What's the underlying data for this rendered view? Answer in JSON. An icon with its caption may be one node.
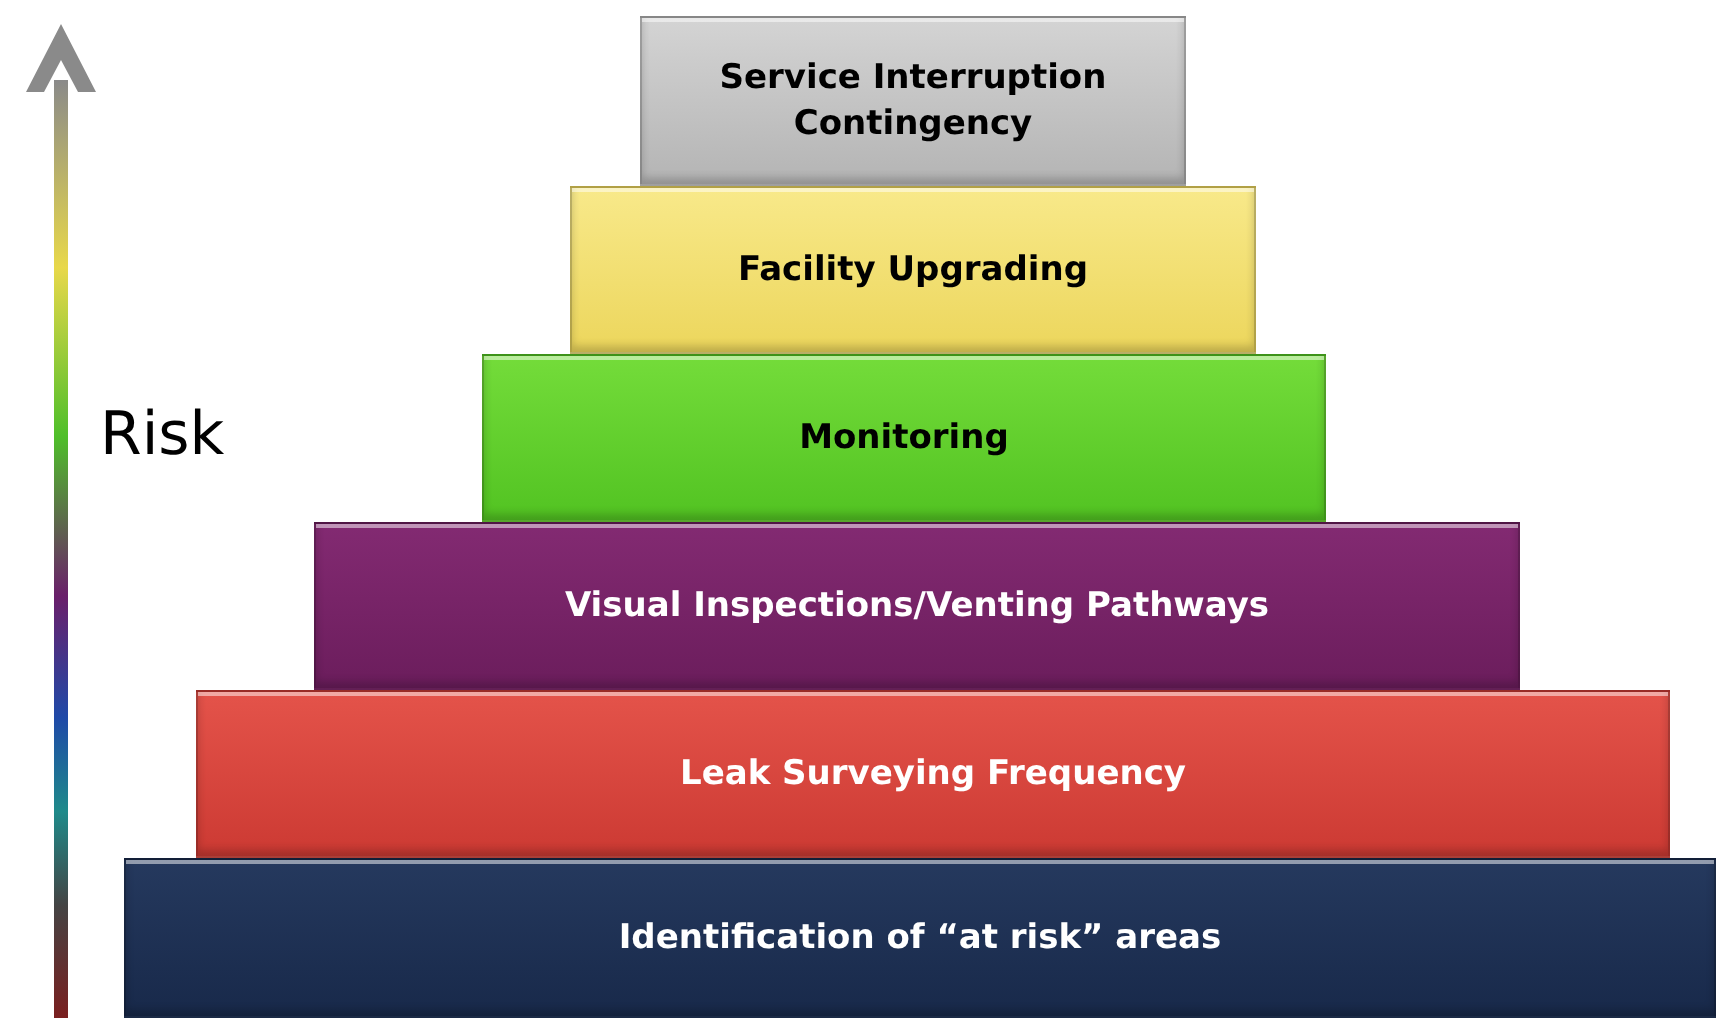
{
  "diagram": {
    "nodes": [
      {
        "text": [
          "Service Interruption Contingency"
        ]
      },
      {
        "text": [
          "Facility Upgrading"
        ]
      },
      {
        "text": [
          "Monitoring"
        ]
      },
      {
        "text": [
          "Visual Inspections/Venting Pathways"
        ]
      },
      {
        "text": [
          "Leak Surveying Frequency"
        ]
      },
      {
        "text": [
          "Identification of “at risk” areas"
        ]
      }
    ],
    "edges": [],
    "labels": [
      "Risk"
    ]
  }
}
